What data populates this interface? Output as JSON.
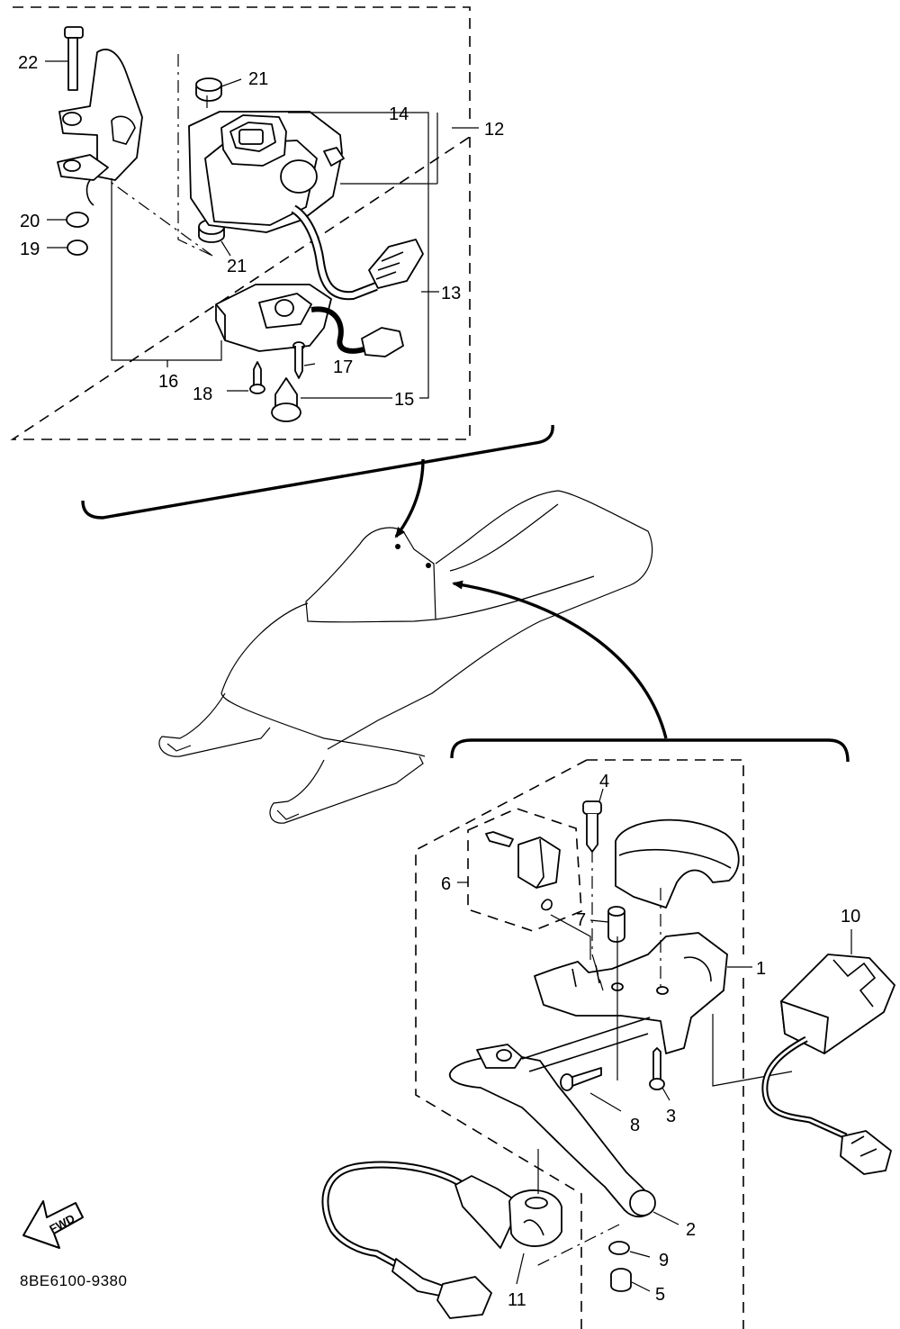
{
  "diagram": {
    "reference_code": "8BE6100-9380",
    "fwd_label": "FWD",
    "callouts": {
      "c1": "1",
      "c2": "2",
      "c3": "3",
      "c4": "4",
      "c5": "5",
      "c6": "6",
      "c7": "7",
      "c8": "8",
      "c9": "9",
      "c10": "10",
      "c11": "11",
      "c12": "12",
      "c13": "13",
      "c14": "14",
      "c15": "15",
      "c16": "16",
      "c17": "17",
      "c18": "18",
      "c19": "19",
      "c20": "20",
      "c21a": "21",
      "c21b": "21",
      "c22": "22"
    }
  }
}
